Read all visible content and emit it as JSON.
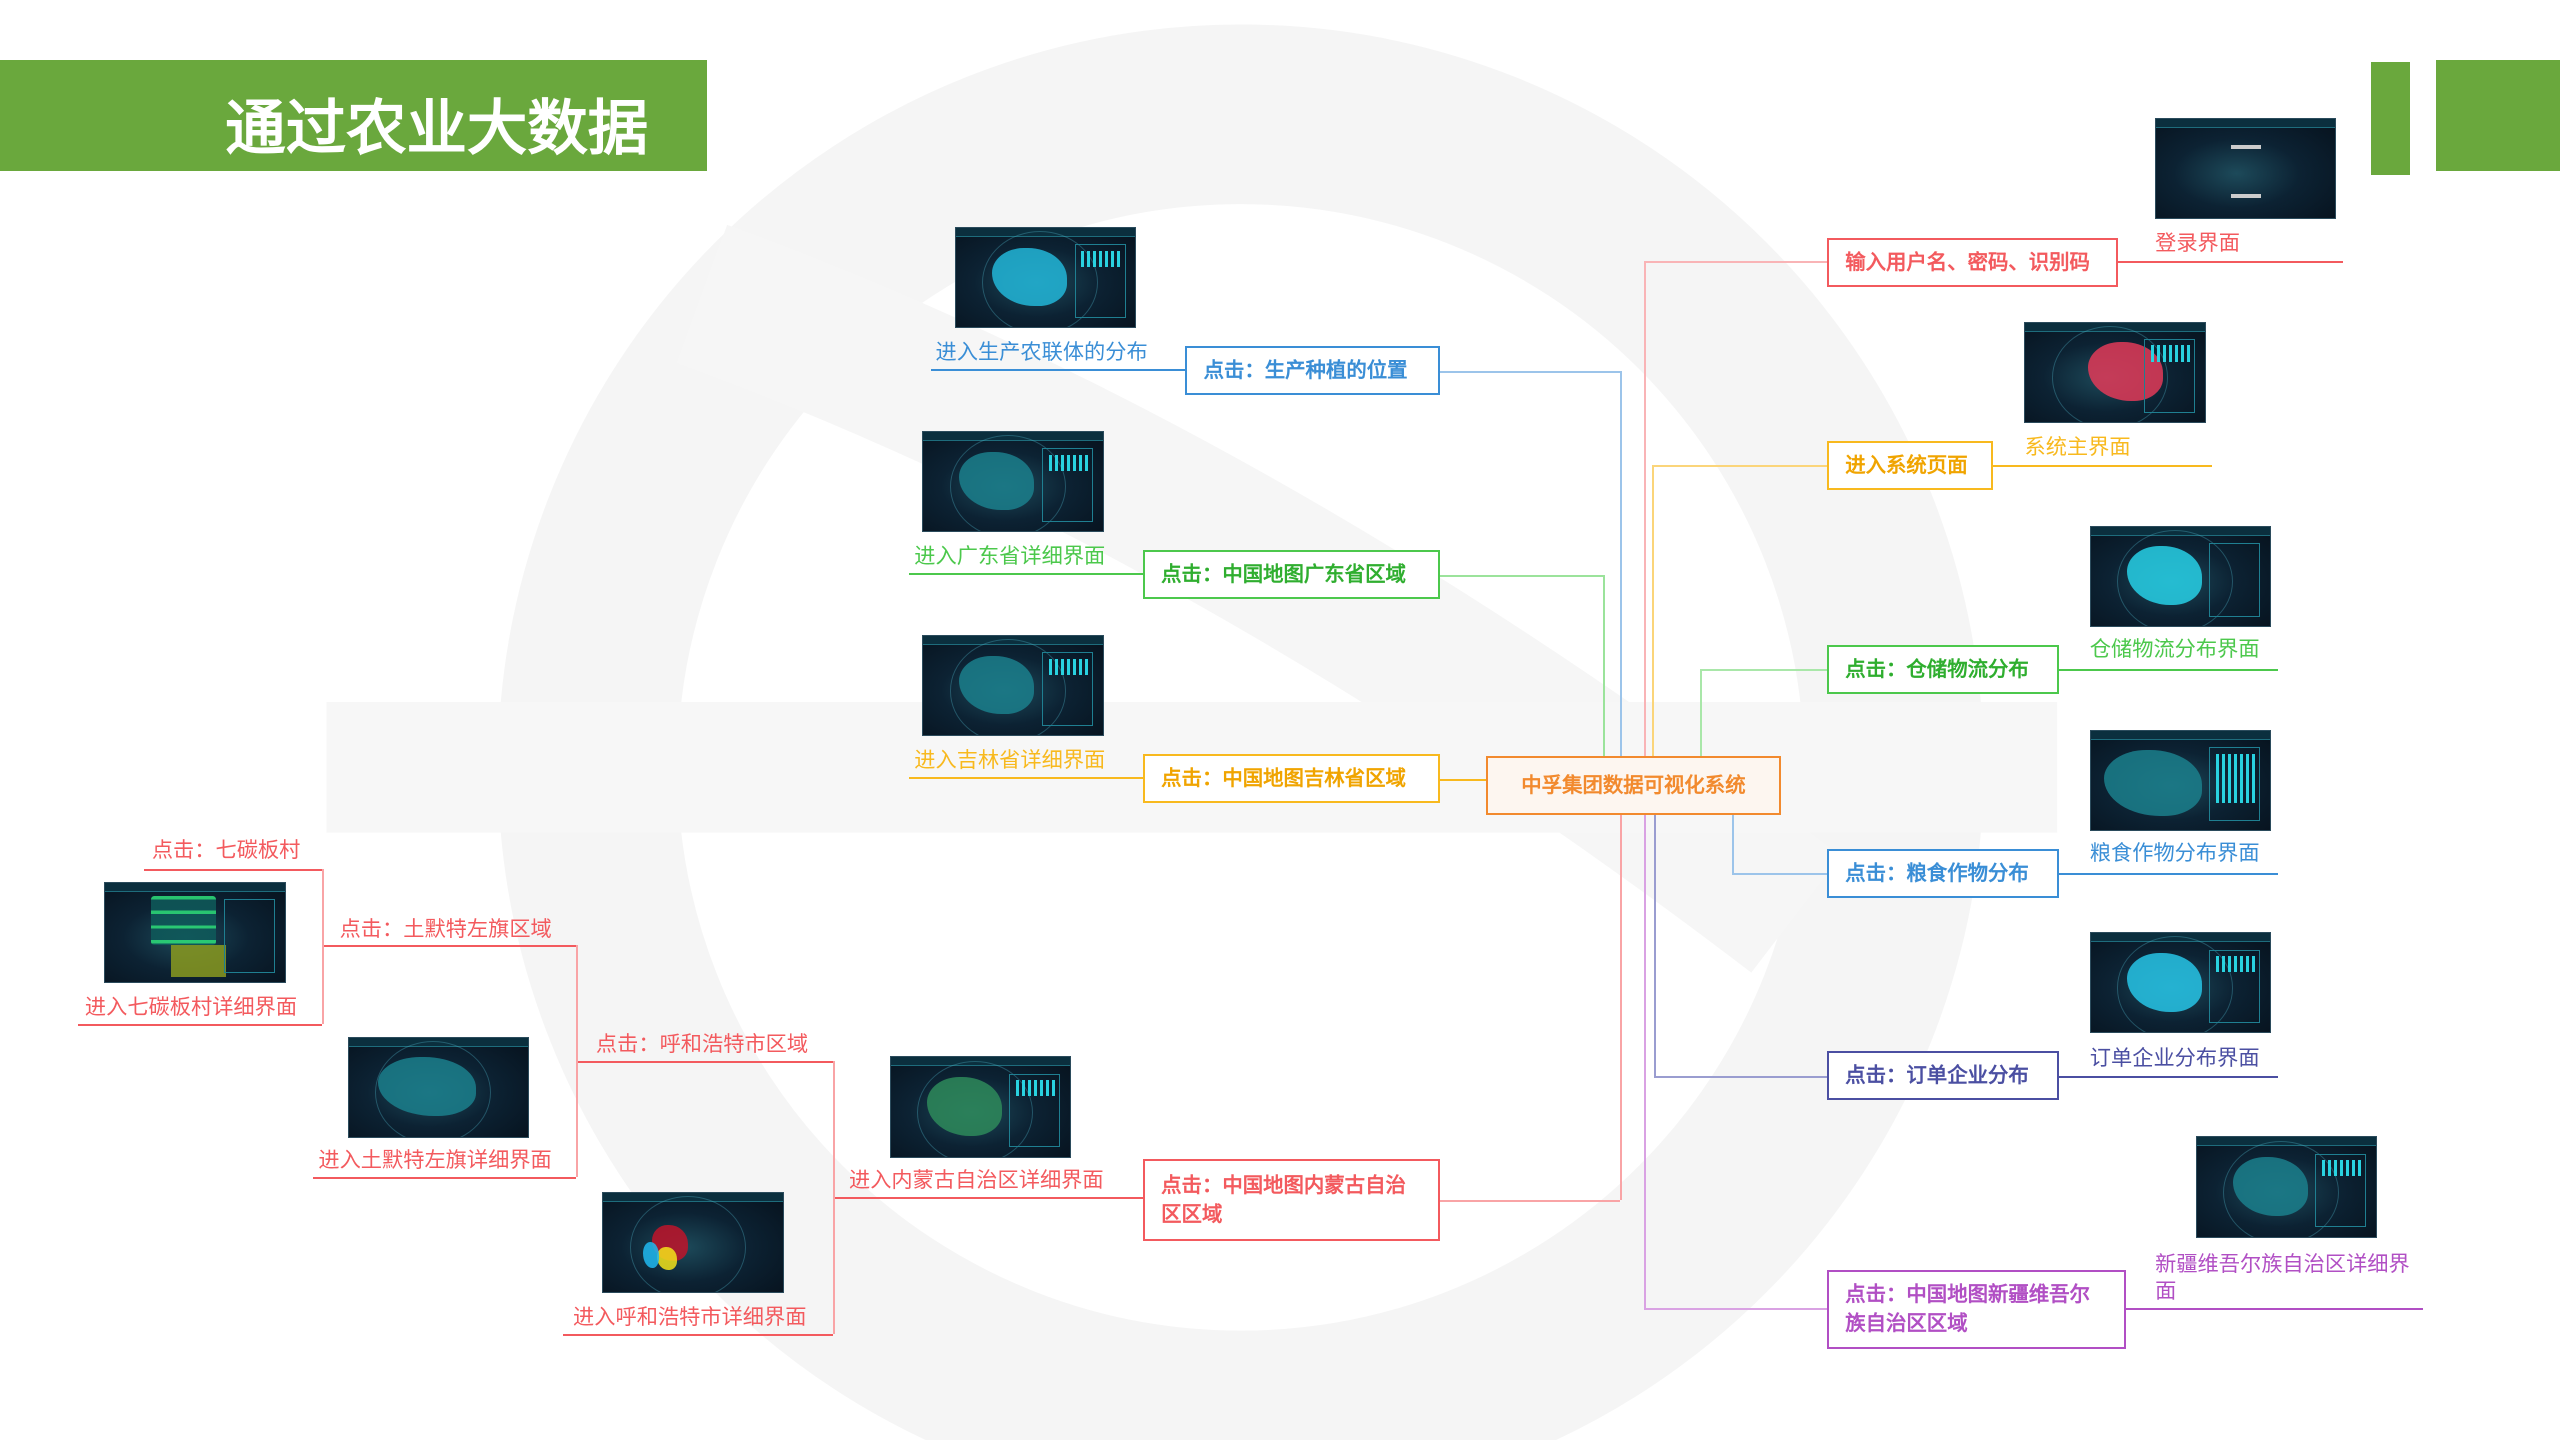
{
  "header": {
    "title": "通过农业大数据"
  },
  "center": {
    "label": "中孚集团数据可视化系统"
  },
  "colors": {
    "green_header": "#6aa83d",
    "red": "#f35a5e",
    "yellow": "#f8b91e",
    "green": "#4cc84c",
    "blue": "#3a8ed6",
    "navy": "#4b4fa2",
    "purple": "#b14fc4",
    "orange": "#f28a2e"
  },
  "left": {
    "production": {
      "action": "点击：生产种植的位置",
      "result": "进入生产农联体的分布"
    },
    "guangdong": {
      "action": "点击：中国地图广东省区域",
      "result": "进入广东省详细界面"
    },
    "jilin": {
      "action": "点击：中国地图吉林省区域",
      "result": "进入吉林省详细界面"
    },
    "inner_mongolia": {
      "action_line1": "点击：中国地图内蒙古自治",
      "action_line2": "区区域",
      "result": "进入内蒙古自治区详细界面",
      "hohhot": {
        "action": "点击：呼和浩特市区域",
        "result": "进入呼和浩特市详细界面"
      },
      "tumote": {
        "action": "点击：土默特左旗区域",
        "result": "进入土默特左旗详细界面"
      },
      "village": {
        "action": "点击：七碳板村",
        "result": "进入七碳板村详细界面"
      }
    }
  },
  "right": {
    "login": {
      "action": "输入用户名、密码、识别码",
      "result": "登录界面"
    },
    "system": {
      "action": "进入系统页面",
      "result": "系统主界面"
    },
    "logistics": {
      "action": "点击：仓储物流分布",
      "result": "仓储物流分布界面"
    },
    "grain": {
      "action": "点击：粮食作物分布",
      "result": "粮食作物分布界面"
    },
    "orders": {
      "action": "点击：订单企业分布",
      "result": "订单企业分布界面"
    },
    "xinjiang": {
      "action_line1": "点击：中国地图新疆维吾尔",
      "action_line2": "族自治区区域",
      "result_line1": "新疆维吾尔族自治区详细界",
      "result_line2": "面"
    }
  }
}
